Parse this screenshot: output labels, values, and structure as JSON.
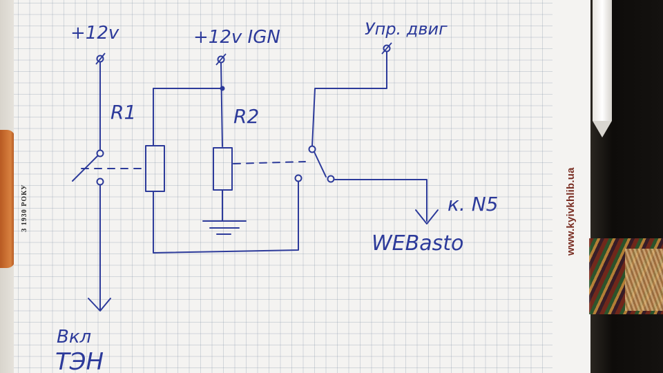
{
  "labels": {
    "supply": "+12v",
    "ignition": "+12v IGN",
    "engine_control": "Упр. двиг",
    "r1": "R1",
    "r2": "R2",
    "output_n5": "к. N5",
    "webasto": "WEBasto",
    "heater_on": "Вкл",
    "heater": "ТЭН"
  },
  "margin": {
    "brand_url": "www.kyivkhlib.ua",
    "edge_text": "З 1930 РОКУ"
  },
  "colors": {
    "ink": "#2c3a9a",
    "grid": "#8c9bb0",
    "brand": "#7a2f24",
    "tab": "#c96a2a"
  }
}
